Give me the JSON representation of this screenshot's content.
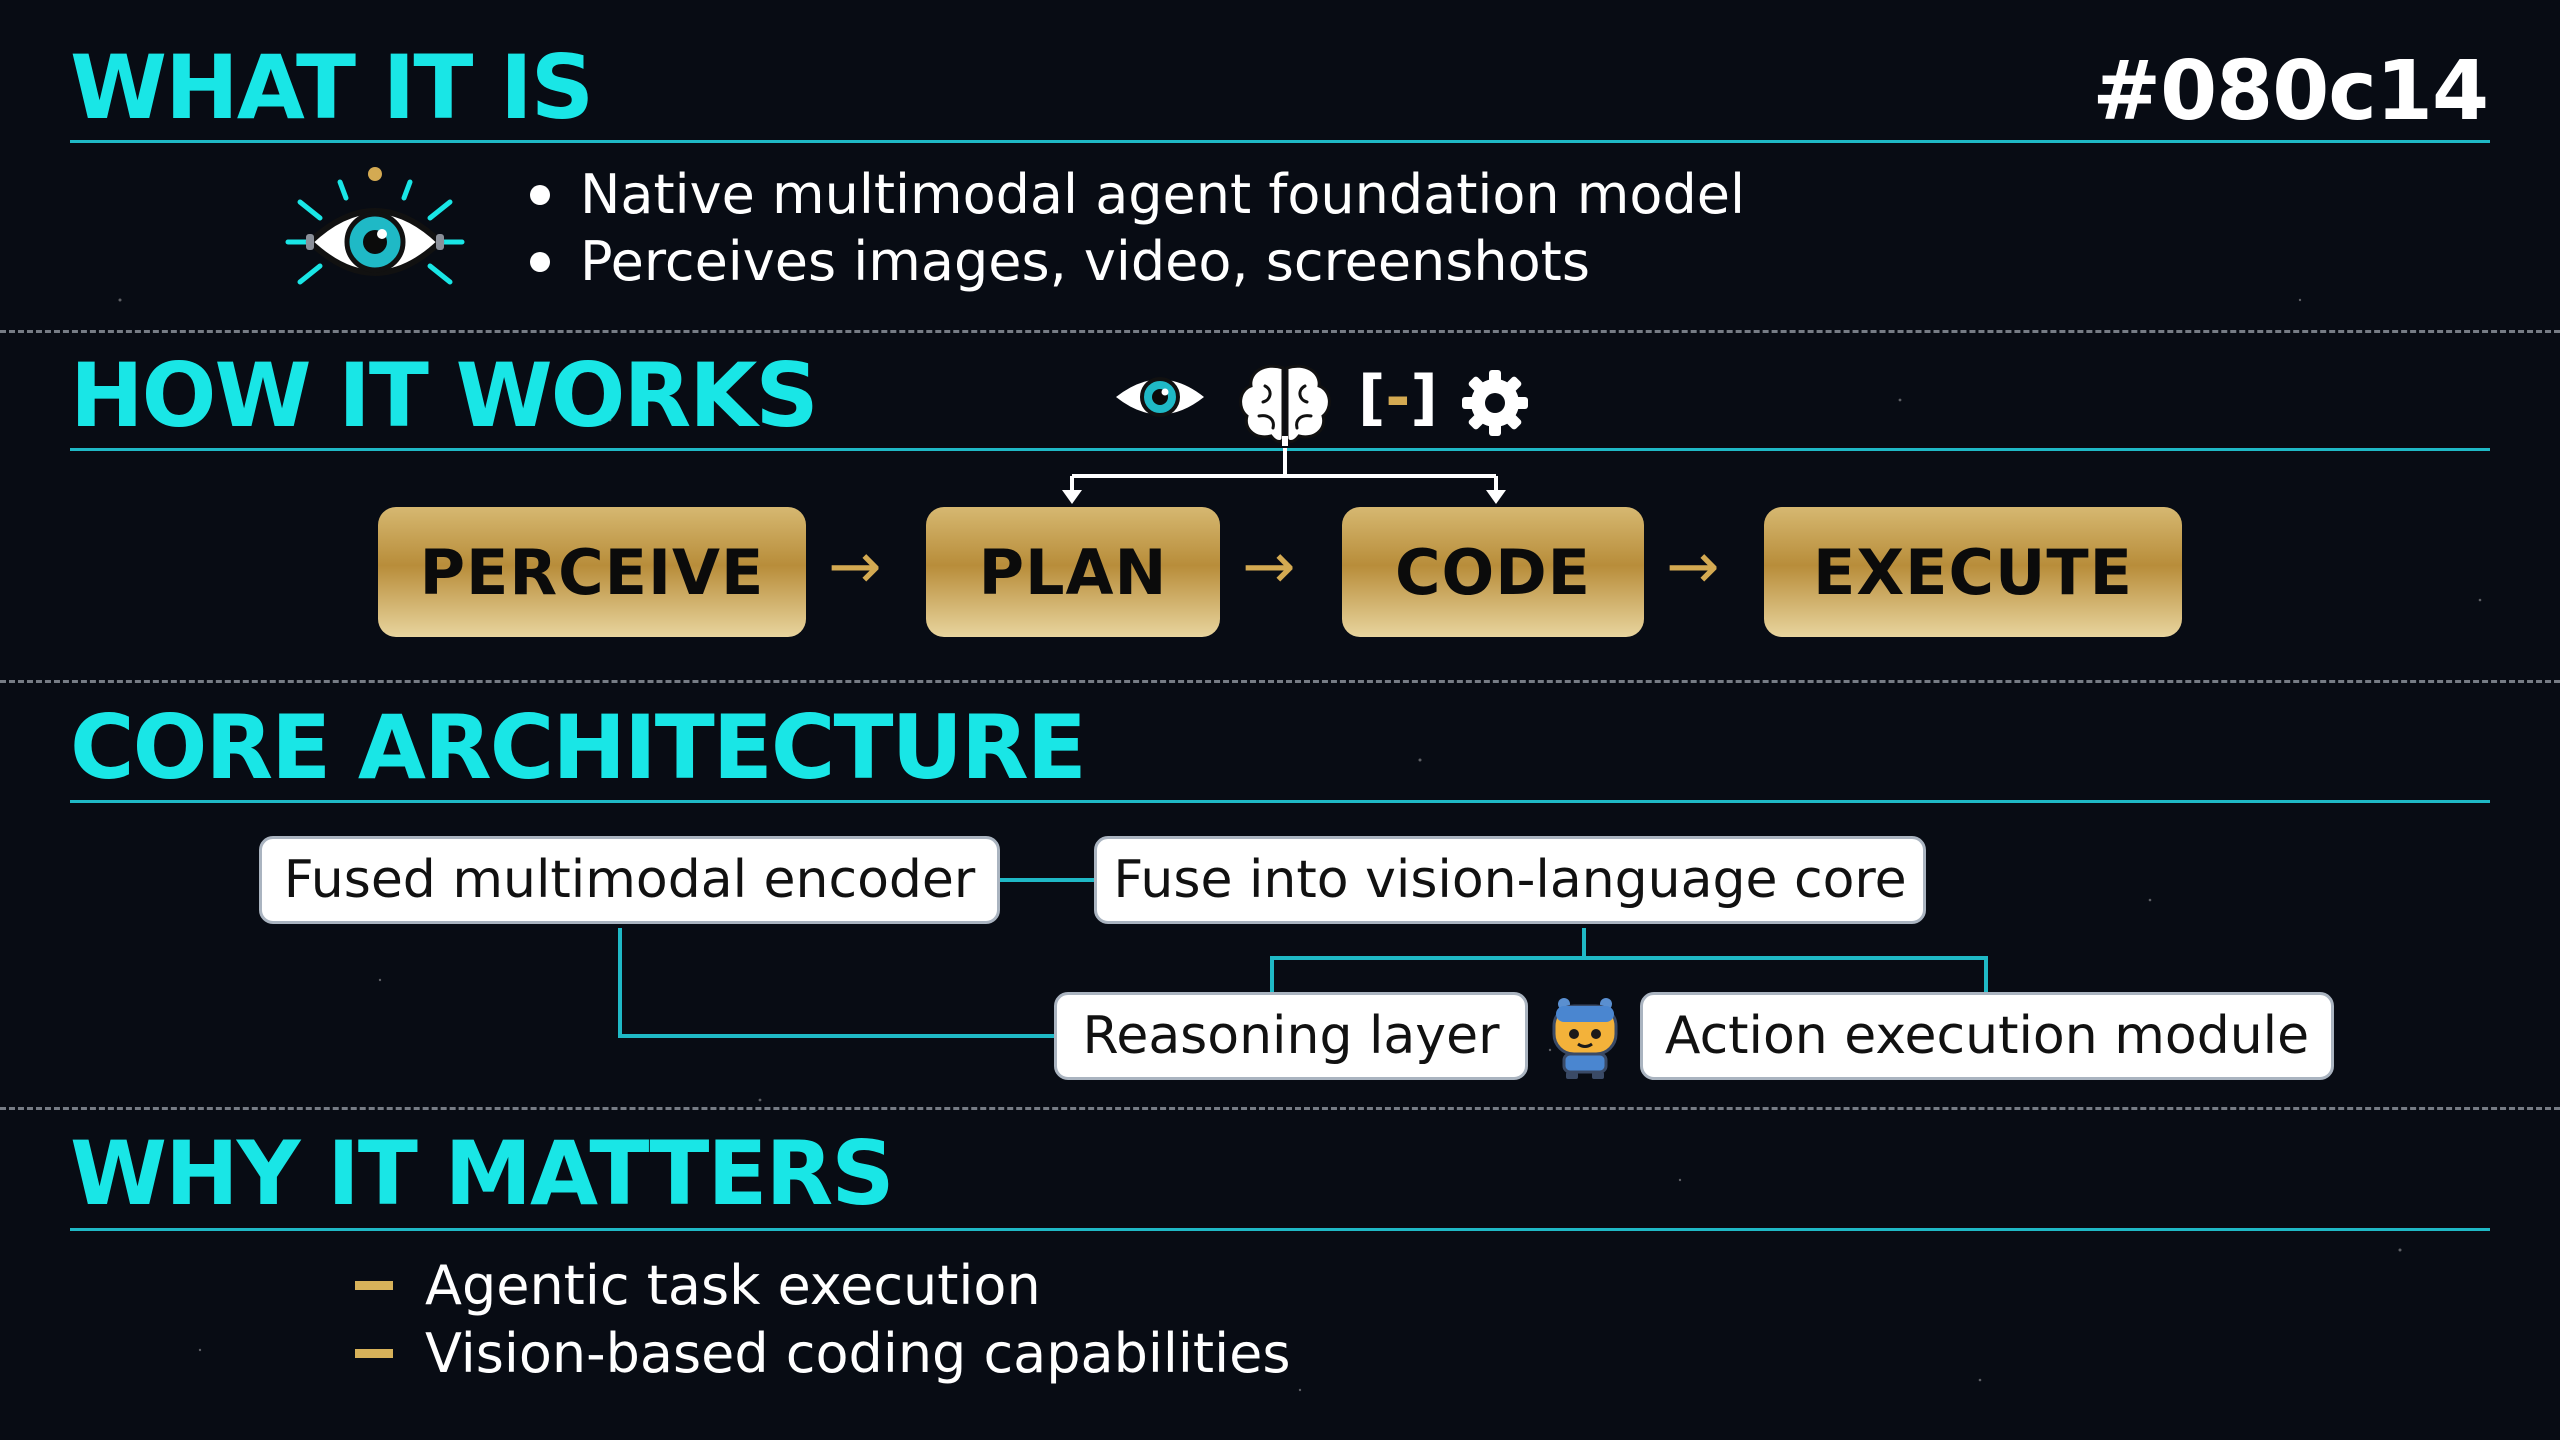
{
  "header": {
    "hex_label": "#080c14"
  },
  "what_it_is": {
    "heading": "WHAT IT IS",
    "icon": "eye-icon",
    "bullets": [
      "Native multimodal agent foundation model",
      "Perceives images, video, screenshots"
    ]
  },
  "how_it_works": {
    "heading": "HOW IT WORKS",
    "icons": [
      "eye-icon",
      "brain-icon",
      "code-bracket-icon",
      "gear-icon"
    ],
    "code_icon_text": "[-]",
    "steps": [
      "PERCEIVE",
      "PLAN",
      "CODE",
      "EXECUTE"
    ],
    "arrow": "→"
  },
  "core_architecture": {
    "heading": "CORE ARCHITECTURE",
    "nodes": [
      "Fused multimodal encoder",
      "Fuse into vision-language core",
      "Reasoning layer",
      "Action execution module"
    ],
    "robot_icon": "robot-icon"
  },
  "why_it_matters": {
    "heading": "WHY IT MATTERS",
    "points": [
      "Agentic task execution",
      "Vision-based coding capabilities"
    ]
  },
  "colors": {
    "background": "#080c14",
    "heading": "#19e6e6",
    "accent_gold": "#d4aa52",
    "rule": "#1fb9c6"
  }
}
